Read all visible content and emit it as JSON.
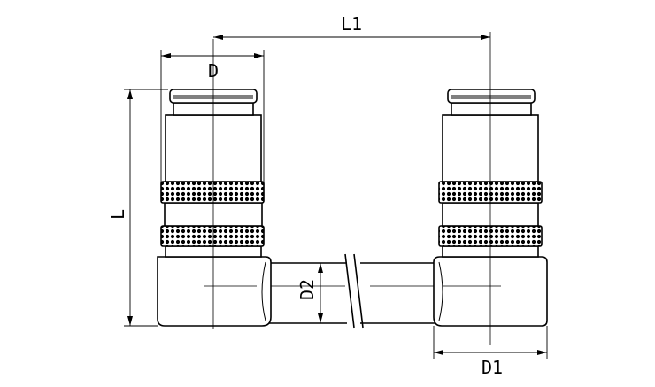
{
  "labels": {
    "l1": "L1",
    "d": "D",
    "l": "L",
    "d2": "D2",
    "d1": "D1"
  }
}
